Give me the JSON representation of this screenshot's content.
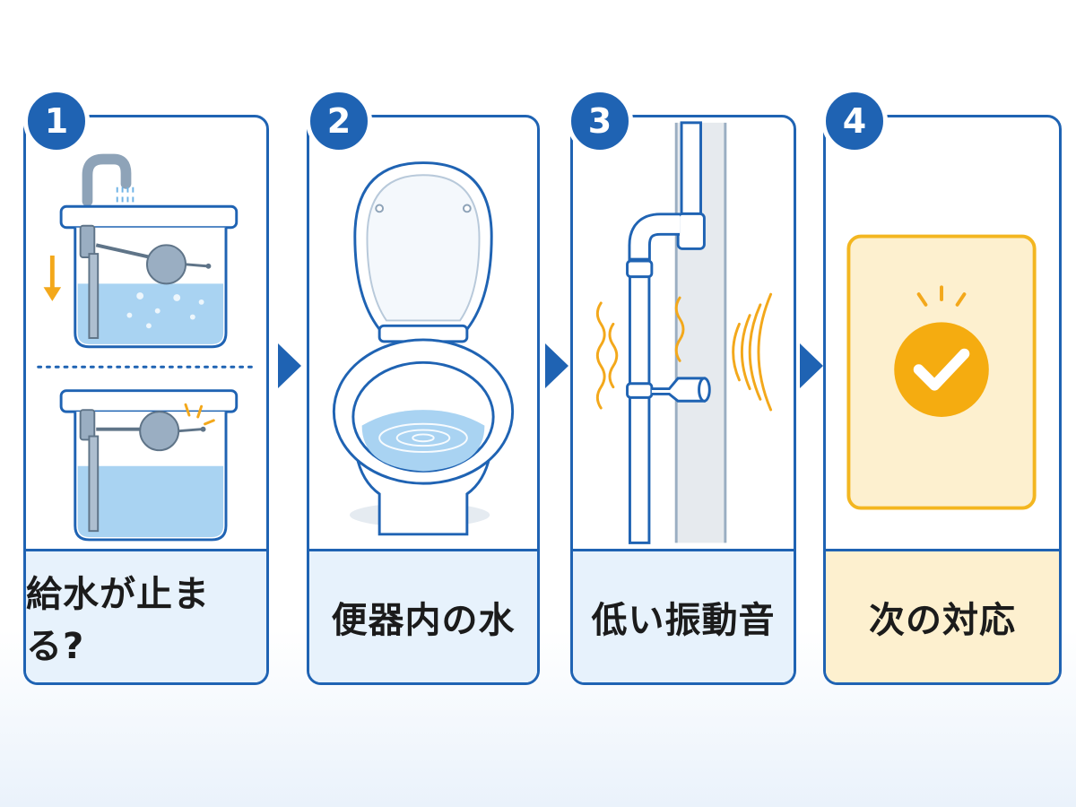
{
  "steps": [
    {
      "number": "1",
      "caption": "給水が止まる?"
    },
    {
      "number": "2",
      "caption": "便器内の水"
    },
    {
      "number": "3",
      "caption": "低い振動音"
    },
    {
      "number": "4",
      "caption": "次の対応"
    }
  ],
  "colors": {
    "primary": "#1f63b3",
    "accent": "#f3a81b",
    "water": "#a9d3f2",
    "caption_bg": "#e7f2fc",
    "caption_bg_final": "#fdf0cf"
  },
  "icons": [
    "toilet-tank-icon",
    "toilet-bowl-icon",
    "vibrating-pipe-icon",
    "check-icon"
  ]
}
